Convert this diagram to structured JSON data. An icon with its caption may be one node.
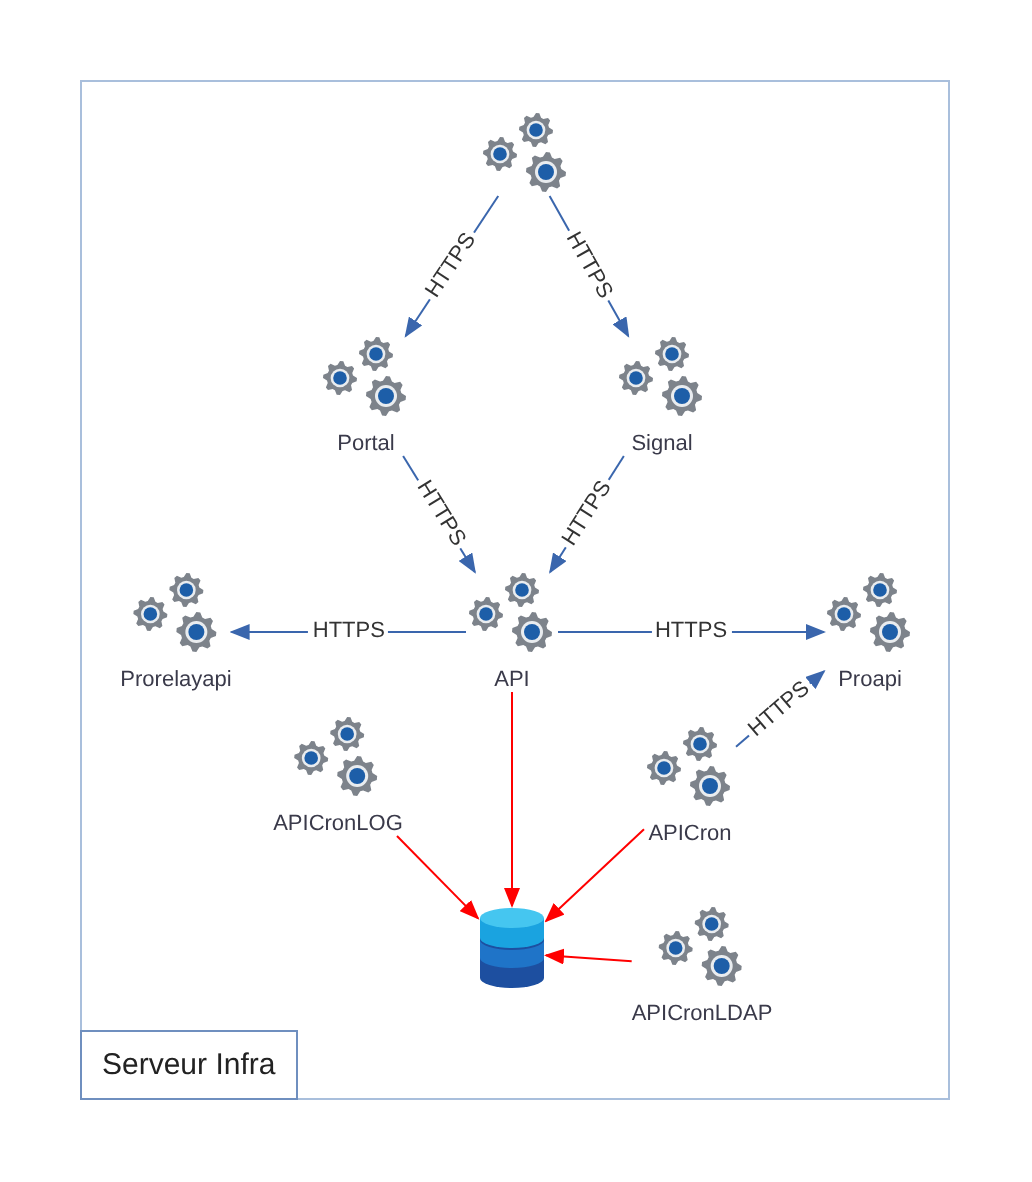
{
  "diagram": {
    "nodes": [
      {
        "text": [
          "Serveur Infra"
        ]
      },
      {
        "text": [],
        "shape": "gears",
        "in": 0
      },
      {
        "text": [
          "Portal"
        ],
        "in": 0
      },
      {
        "text": [
          "Signal"
        ],
        "in": 0
      },
      {
        "text": [
          "Prorelayapi"
        ],
        "in": 0
      },
      {
        "text": [
          "API"
        ],
        "in": 0
      },
      {
        "text": [
          "Proapi"
        ],
        "in": 0
      },
      {
        "text": [
          "APICronLOG"
        ],
        "in": 0
      },
      {
        "text": [
          "APICron"
        ],
        "in": 0
      },
      {
        "text": [],
        "shape": "cylinder",
        "in": 0
      },
      {
        "text": [
          "APICronLDAP"
        ],
        "in": 0
      }
    ],
    "edges": [
      {
        "from": 1,
        "to": 2,
        "arrow": "to",
        "label": "HTTPS"
      },
      {
        "from": 1,
        "to": 3,
        "arrow": "to",
        "label": "HTTPS"
      },
      {
        "from": 2,
        "to": 5,
        "arrow": "to",
        "label": "HTTPS"
      },
      {
        "from": 3,
        "to": 5,
        "arrow": "to",
        "label": "HTTPS"
      },
      {
        "from": 5,
        "to": 4,
        "arrow": "to",
        "label": "HTTPS"
      },
      {
        "from": 5,
        "to": 6,
        "arrow": "to",
        "label": "HTTPS"
      },
      {
        "from": 8,
        "to": 6,
        "arrow": "to",
        "label": "HTTPS"
      },
      {
        "from": 5,
        "to": 9,
        "arrow": "to",
        "color": "#ff0000"
      },
      {
        "from": 7,
        "to": 9,
        "arrow": "to",
        "color": "#ff0000"
      },
      {
        "from": 8,
        "to": 9,
        "arrow": "to",
        "color": "#ff0000"
      },
      {
        "from": 10,
        "to": 9,
        "arrow": "to",
        "color": "#ff0000"
      }
    ]
  }
}
